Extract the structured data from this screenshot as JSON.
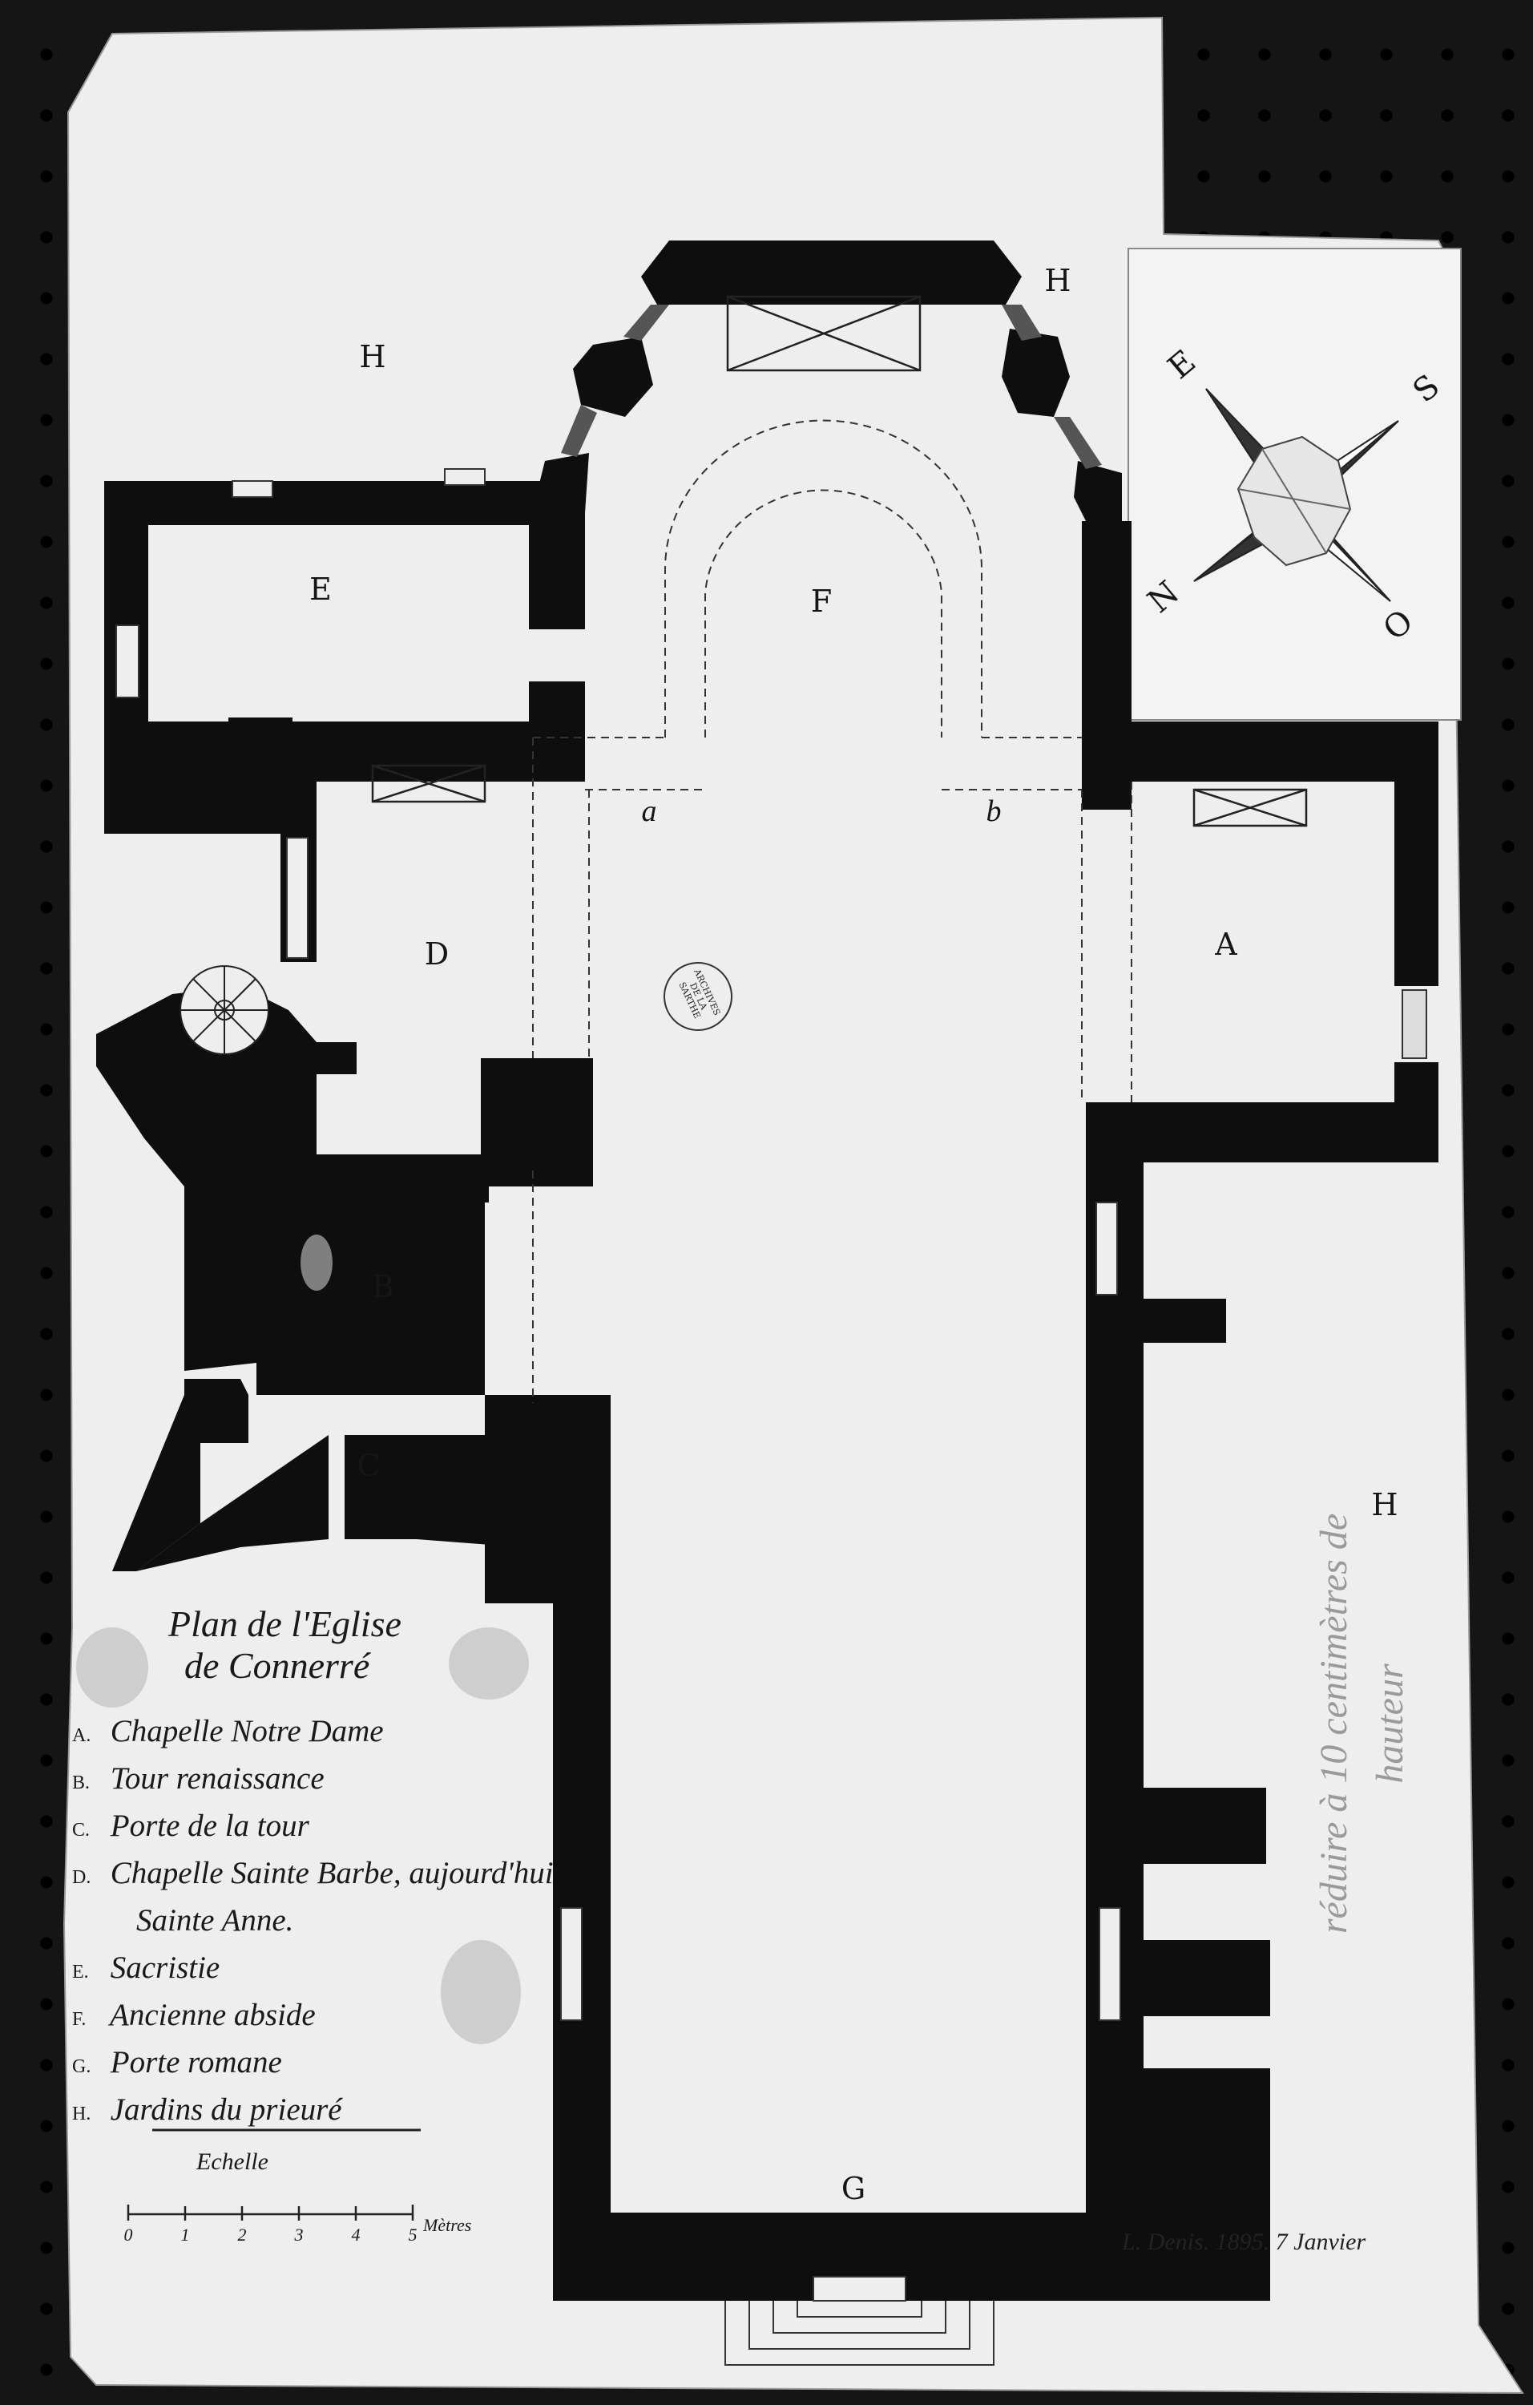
{
  "room_labels": {
    "A": "A",
    "B": "B",
    "C": "C",
    "D": "D",
    "E": "E",
    "F": "F",
    "G": "G",
    "H1": "H",
    "H2": "H",
    "H3": "H",
    "a": "a",
    "b": "b"
  },
  "legend": {
    "title_line1": "Plan de l'Eglise",
    "title_line2": "de Connerré",
    "items": [
      {
        "key": "A.",
        "text": "Chapelle Notre Dame"
      },
      {
        "key": "B.",
        "text": "Tour renaissance"
      },
      {
        "key": "C.",
        "text": "Porte de la tour"
      },
      {
        "key": "D.",
        "text": "Chapelle Sainte Barbe, aujourd'hui"
      },
      {
        "key": "",
        "text": "Sainte Anne."
      },
      {
        "key": "E.",
        "text": "Sacristie"
      },
      {
        "key": "F.",
        "text": "Ancienne abside"
      },
      {
        "key": "G.",
        "text": "Porte romane"
      },
      {
        "key": "H.",
        "text": "Jardins du prieuré"
      }
    ]
  },
  "scale": {
    "title": "Echelle",
    "ticks": [
      "0",
      "1",
      "2",
      "3",
      "4",
      "5"
    ],
    "unit": "Mètres"
  },
  "compass": {
    "north": "N",
    "south": "S",
    "east": "E",
    "west": "O"
  },
  "signature": "L. Denis. 1895. 7 Janvier",
  "pencil_note": "réduire à 10 centimètres de hauteur",
  "stamp_text": "ARCHIVES DE LA SARTHE",
  "colors": {
    "paper": "#efefef",
    "wall": "#0e0e0e",
    "ink": "#161616",
    "board": "#151515"
  }
}
